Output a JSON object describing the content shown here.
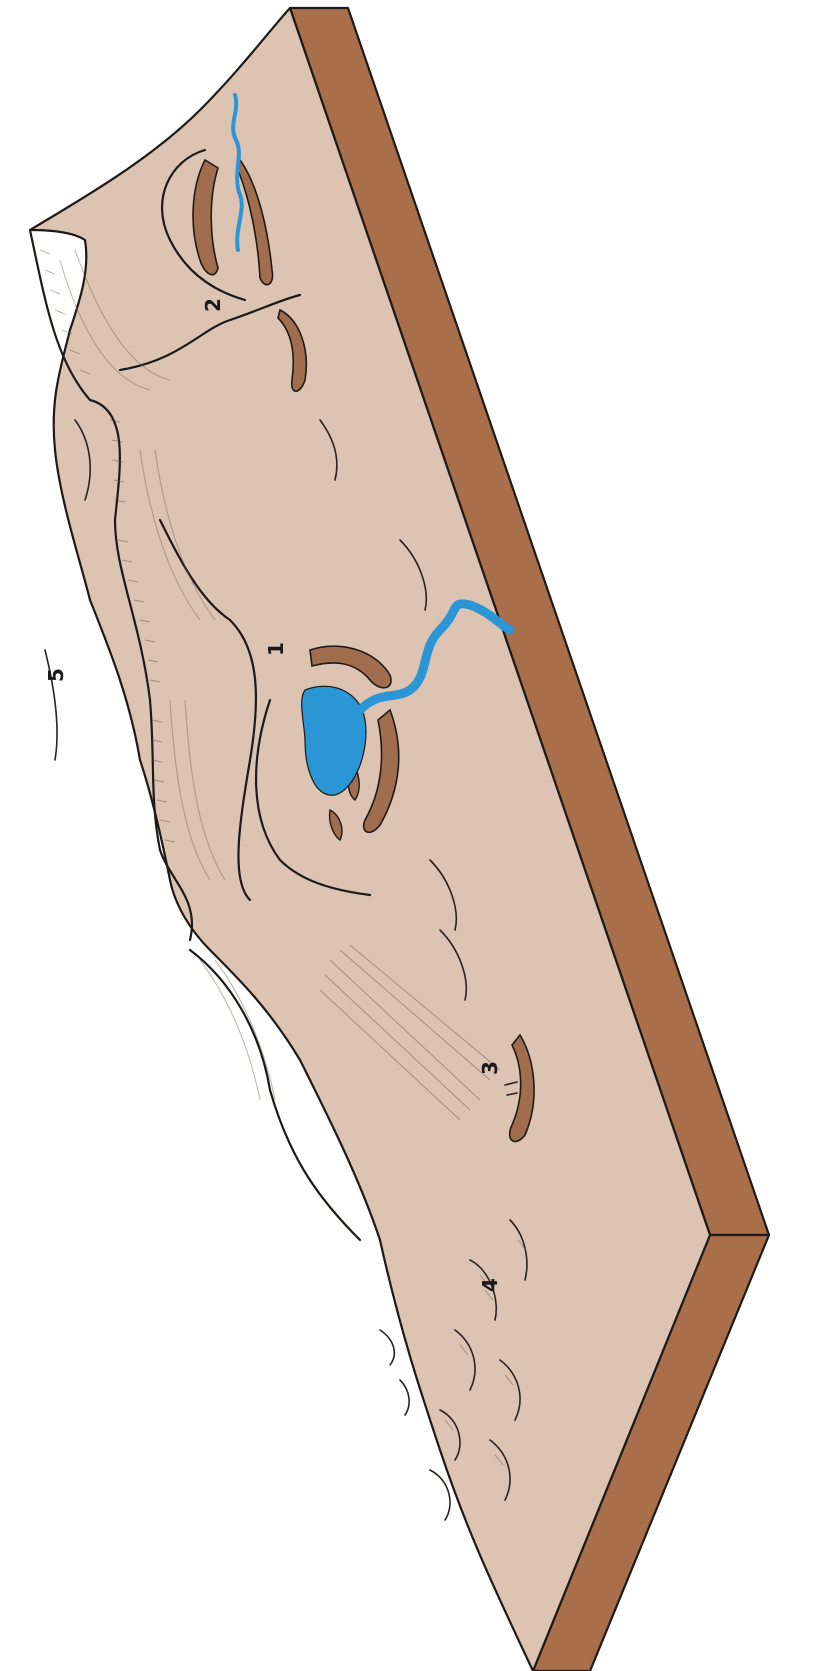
{
  "diagram": {
    "labels": [
      {
        "id": "1",
        "text": "1"
      },
      {
        "id": "2",
        "text": "2"
      },
      {
        "id": "3",
        "text": "3"
      },
      {
        "id": "4",
        "text": "4"
      },
      {
        "id": "5",
        "text": "5"
      }
    ]
  },
  "colors": {
    "terrain": "#dcc3b2",
    "block_side": "#a86f4a",
    "moraine": "#a06e4f",
    "water": "#2b96d6",
    "outline": "#1e1a17"
  }
}
